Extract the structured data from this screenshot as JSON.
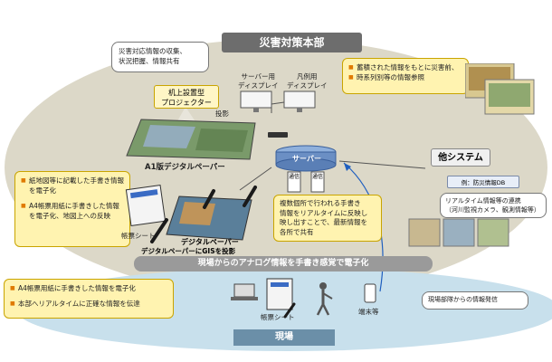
{
  "hq": {
    "title": "災害対策本部",
    "info_box": [
      "災害対応情報の収集、",
      "状況把握、情報共有"
    ],
    "archive_note": [
      "蓄積された情報をもとに災害前、",
      "時系列別等の情報参照"
    ],
    "projector_label": [
      "机上設置型",
      "プロジェクター"
    ],
    "projection_label": "投影",
    "server_display_label": [
      "サーバー用",
      "ディスプレイ"
    ],
    "legend_display_label": [
      "凡例用",
      "ディスプレイ"
    ],
    "paper_title": "A1版デジタルペーパー",
    "server_label": "サーバー",
    "server_units": [
      "通信",
      "通信"
    ],
    "paper_notes": [
      "紙地図等に記載した手書き情報を電子化",
      "A4帳票用紙に手書きした情報を電子化、地図上への反映"
    ],
    "sheet_label": "帳票シート",
    "digital_paper_label": "デジタルペーパー",
    "gis_caption": "デジタルペーパーにGISを投影",
    "multi_site_note": [
      "複数個所で行われる手書き",
      "情報をリアルタイムに反映し",
      "映し出すことで、最新情報を",
      "各所で共有"
    ]
  },
  "other_system": {
    "title": "他システム",
    "db_label": "例：防災情報DB",
    "realtime_note": [
      "リアルタイム情報等の連携",
      "（河川監視カメラ、観測情報等）"
    ]
  },
  "banner": "現場からのアナログ情報を手書き感覚で電子化",
  "field": {
    "title": "現場",
    "notes": [
      "A4帳票用紙に手書きした情報を電子化",
      "本部へリアルタイムに正確な情報を伝達"
    ],
    "sheet_label": "帳票シート",
    "terminal_label": "端末等",
    "report_label": "現場部隊からの情報発信"
  },
  "colors": {
    "hq_bg": "#dcd8c8",
    "field_bg": "#c8e0ec",
    "note_bg": "#fff3b0",
    "banner": "#9a9a9a",
    "server": "#6b8fc4",
    "title_bar": "#6d6d6d"
  }
}
